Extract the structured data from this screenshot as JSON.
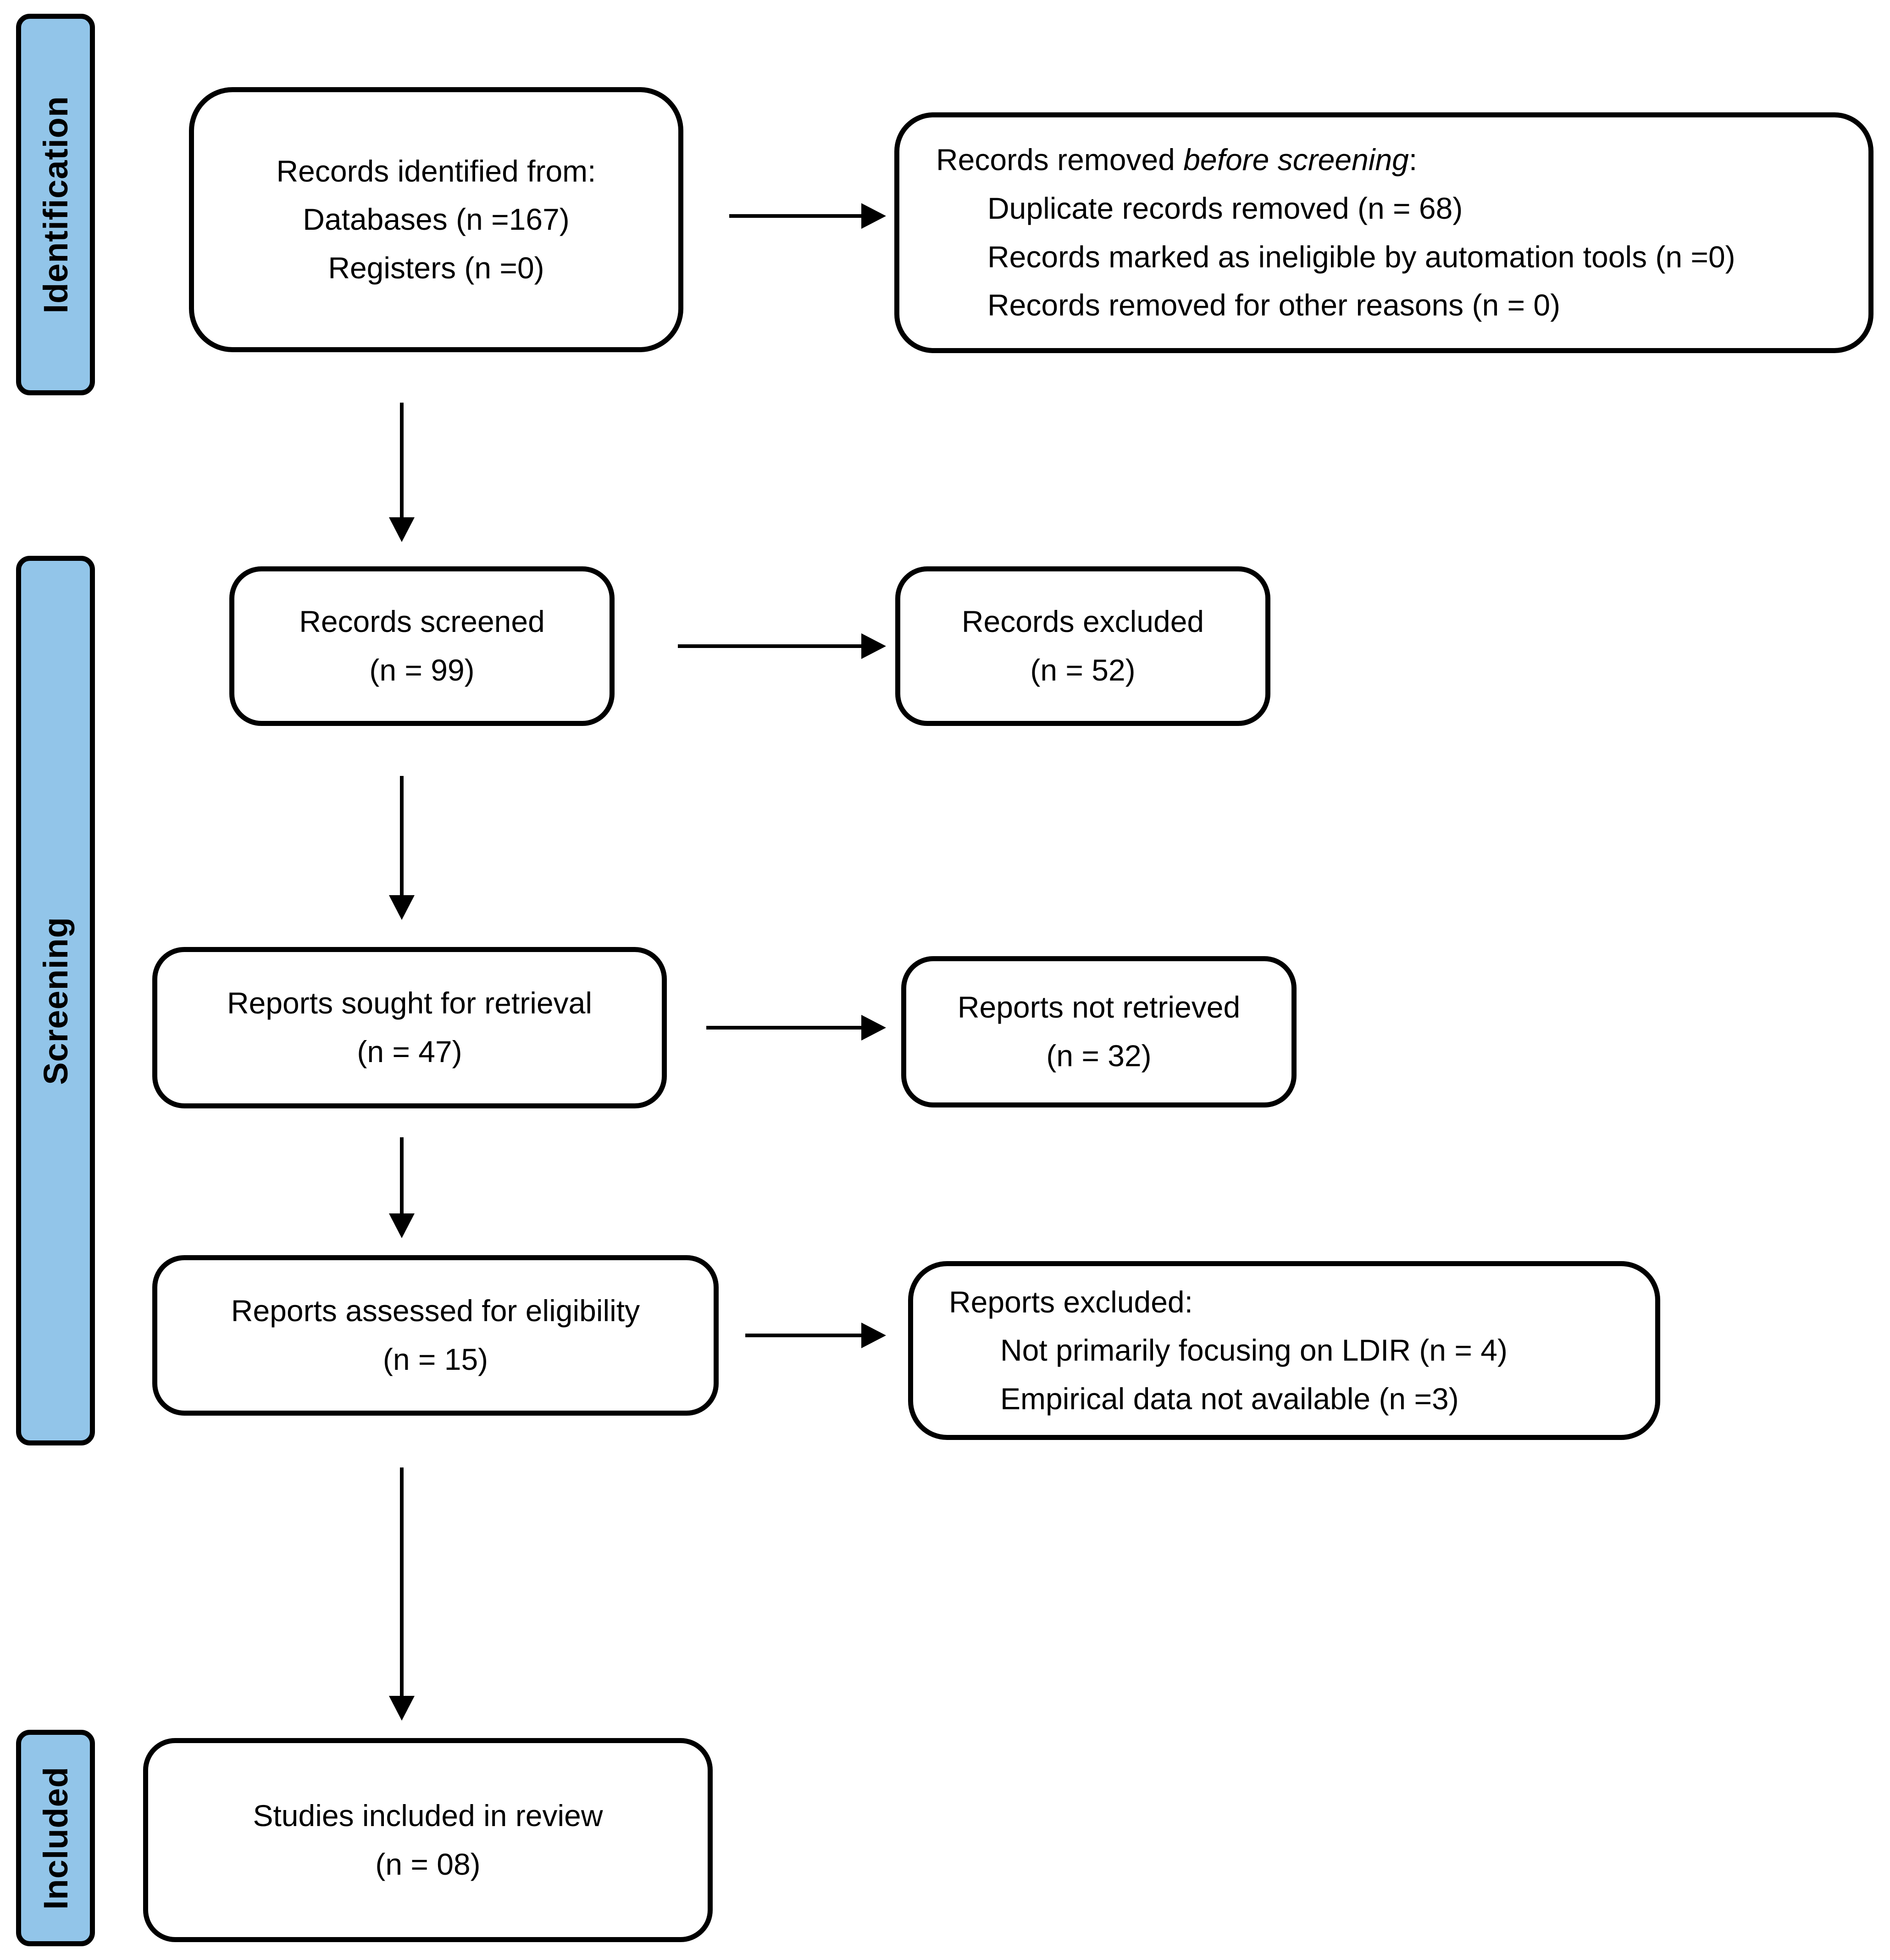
{
  "stages": {
    "identification": "Identification",
    "screening": "Screening",
    "included": "Included"
  },
  "boxes": {
    "identified": {
      "lines": [
        "Records identified from:",
        "Databases (n =167)",
        "Registers (n =0)"
      ]
    },
    "removed": {
      "intro_prefix": "Records removed ",
      "intro_italic": "before screening",
      "intro_suffix": ":",
      "items": [
        "Duplicate records removed (n = 68)",
        "Records marked as ineligible by automation tools (n =0)",
        "Records removed for other reasons (n = 0)"
      ]
    },
    "screened": {
      "lines": [
        "Records screened",
        "(n = 99)"
      ]
    },
    "excluded": {
      "lines": [
        "Records excluded",
        "(n = 52)"
      ]
    },
    "sought": {
      "lines": [
        "Reports sought for retrieval",
        "(n = 47)"
      ]
    },
    "not_retrieved": {
      "lines": [
        "Reports not retrieved",
        "(n = 32)"
      ]
    },
    "assessed": {
      "lines": [
        "Reports assessed for eligibility",
        "(n = 15)"
      ]
    },
    "reports_excluded": {
      "intro": "Reports excluded:",
      "items": [
        "Not primarily focusing on LDIR (n = 4)",
        "Empirical data not available (n =3)"
      ]
    },
    "included_studies": {
      "lines": [
        "Studies included in review",
        "(n = 08)"
      ]
    }
  },
  "colors": {
    "stage_fill": "#92C5E9",
    "outline": "#000000",
    "background": "#FFFFFF"
  }
}
